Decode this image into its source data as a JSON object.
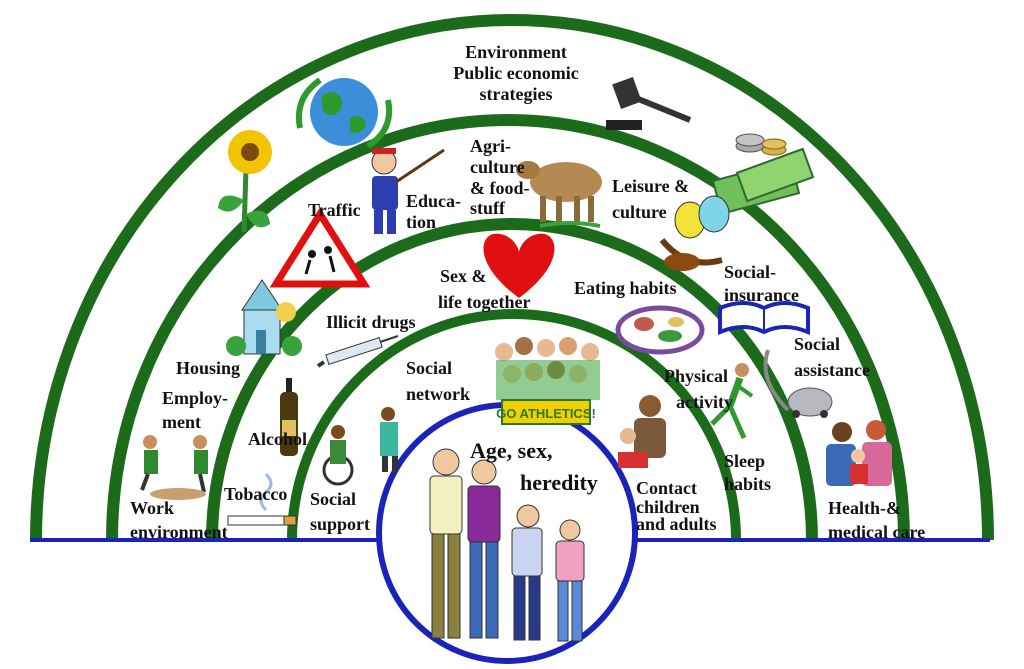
{
  "layers": {
    "outer": {
      "l1": "Environment",
      "l2": "Public economic",
      "l3": "strategies"
    },
    "living": {
      "traffic": "Traffic",
      "education": {
        "l1": "Educa-",
        "l2": "tion"
      },
      "agri": {
        "l1": "Agri-",
        "l2": "culture",
        "l3": "& food-",
        "l4": "stuff"
      },
      "leisure": {
        "l1": "Leisure &",
        "l2": "culture"
      },
      "social_insurance": {
        "l1": "Social-",
        "l2": "insurance"
      },
      "social_assistance": {
        "l1": "Social",
        "l2": "assistance"
      },
      "housing": "Housing",
      "employment": {
        "l1": "Employ-",
        "l2": "ment"
      },
      "work_env": {
        "l1": "Work",
        "l2": "environment"
      },
      "health_care": {
        "l1": "Health-&",
        "l2": "medical care"
      }
    },
    "lifestyle": {
      "illicit_drugs": "Illicit drugs",
      "sex": {
        "l1": "Sex &",
        "l2": "life together"
      },
      "eating": "Eating habits",
      "alcohol": "Alcohol",
      "tobacco": "Tobacco",
      "physical": {
        "l1": "Physical",
        "l2": "activity"
      },
      "sleep": {
        "l1": "Sleep",
        "l2": "habits"
      }
    },
    "social": {
      "network": {
        "l1": "Social",
        "l2": "network"
      },
      "support": {
        "l1": "Social",
        "l2": "support"
      },
      "contact": {
        "l1": "Contact",
        "l2": "children",
        "l3": "and adults"
      },
      "banner": "GO ATHLETICS!"
    },
    "core": {
      "l1": "Age, sex,",
      "l2": "heredity"
    }
  },
  "colors": {
    "arc_green": "#1b6b1b",
    "baseline_blue": "#1a24b8",
    "heart_red": "#e01010"
  },
  "icons": [
    "globe-icon",
    "gavel-icon",
    "money-icon",
    "sunflower-icon",
    "teacher-icon",
    "cow-icon",
    "theatre-masks-icon",
    "traffic-sign-icon",
    "heart-icon",
    "house-icon",
    "syringe-icon",
    "book-icon",
    "food-plate-icon",
    "crowd-icon",
    "workers-icon",
    "bottle-icon",
    "cigarette-icon",
    "wheelchair-icon",
    "reading-icon",
    "runner-icon",
    "vacuum-icon",
    "doctor-icon",
    "family-icon"
  ]
}
